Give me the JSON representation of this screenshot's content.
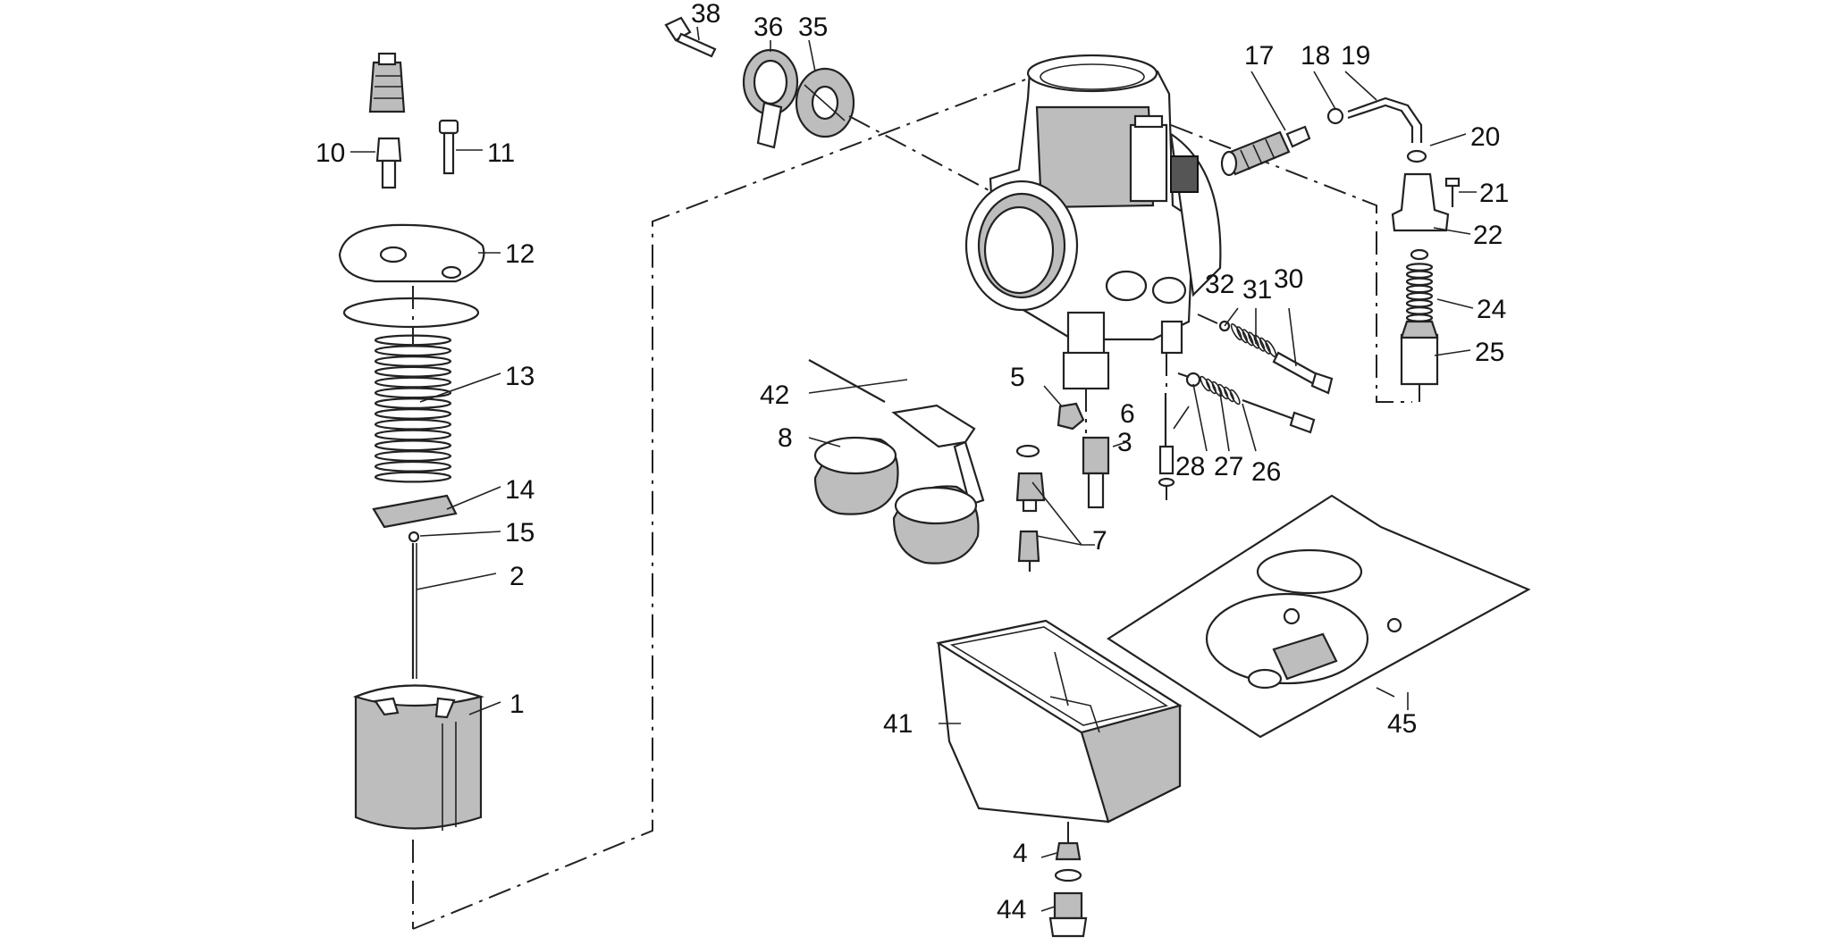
{
  "labels": {
    "p1": "1",
    "p2": "2",
    "p3": "3",
    "p4": "4",
    "p5": "5",
    "p6": "6",
    "p7": "7",
    "p8": "8",
    "p10": "10",
    "p11": "11",
    "p12": "12",
    "p13": "13",
    "p14": "14",
    "p15": "15",
    "p17": "17",
    "p18": "18",
    "p19": "19",
    "p20": "20",
    "p21": "21",
    "p22": "22",
    "p24": "24",
    "p25": "25",
    "p26": "26",
    "p27": "27",
    "p28": "28",
    "p30": "30",
    "p31": "31",
    "p32": "32",
    "p35": "35",
    "p36": "36",
    "p38": "38",
    "p41": "41",
    "p42": "42",
    "p44": "44",
    "p45": "45"
  }
}
